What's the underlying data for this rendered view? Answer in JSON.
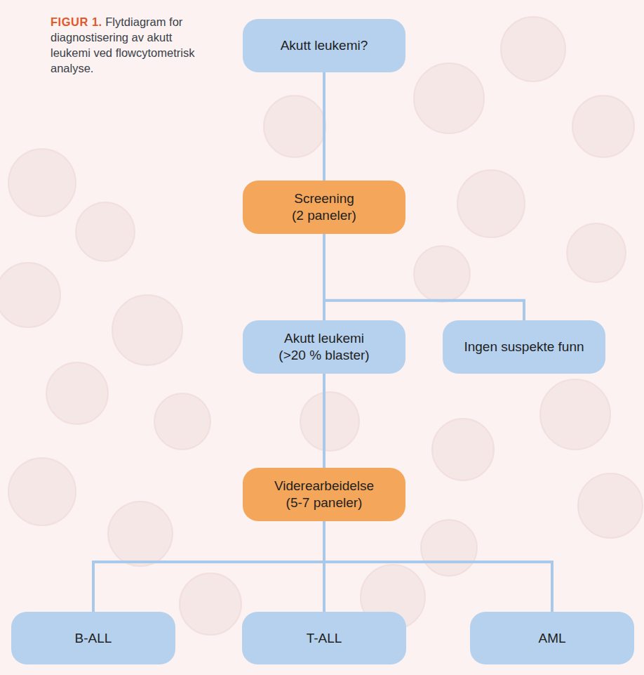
{
  "diagram": {
    "caption": "Flytdiagram for diagnostisering av akutt leukemi ved flowcytometrisk analyse.",
    "nodes": [
      {
        "text": [
          "Akutt leukemi?"
        ]
      },
      {
        "text": [
          "Screening (2 paneler)"
        ]
      },
      {
        "text": [
          "Akutt leukemi (>20 % blaster)"
        ]
      },
      {
        "text": [
          "Ingen suspekte funn"
        ]
      },
      {
        "text": [
          "Viderearbeidelse (5-7 paneler)"
        ]
      },
      {
        "text": [
          "B-ALL"
        ]
      },
      {
        "text": [
          "T-ALL"
        ]
      },
      {
        "text": [
          "AML"
        ]
      }
    ],
    "edges": [
      {
        "from": 0,
        "to": 1,
        "arrow": "none"
      },
      {
        "from": 1,
        "to": 2,
        "arrow": "none"
      },
      {
        "from": 1,
        "to": 3,
        "arrow": "none"
      },
      {
        "from": 2,
        "to": 4,
        "arrow": "none"
      },
      {
        "from": 4,
        "to": 5,
        "arrow": "none"
      },
      {
        "from": 4,
        "to": 6,
        "arrow": "none"
      },
      {
        "from": 4,
        "to": 7,
        "arrow": "none"
      }
    ],
    "labels": [
      "FIGUR 1."
    ]
  }
}
